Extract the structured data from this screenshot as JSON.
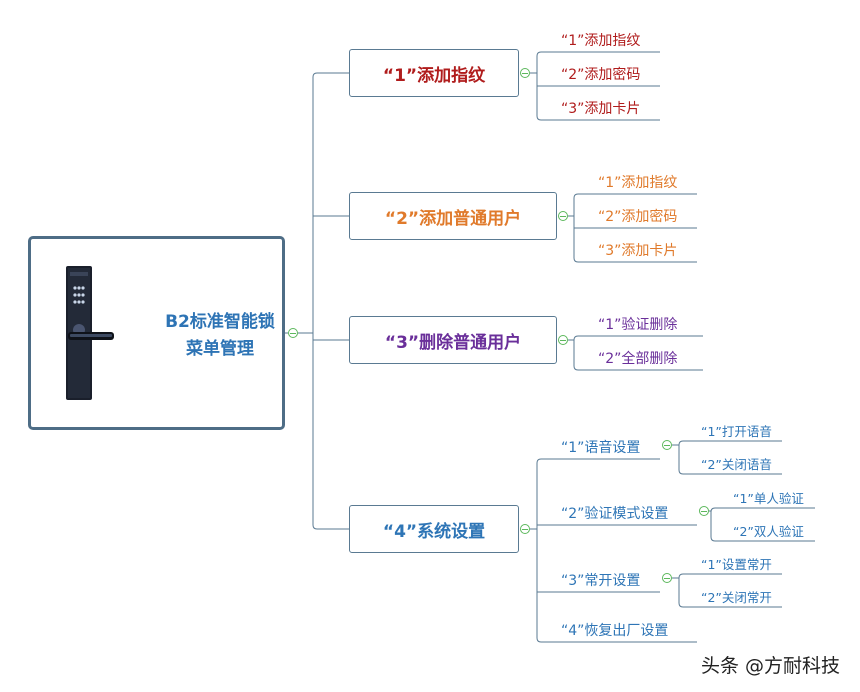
{
  "root": {
    "title": "B2标准智能锁菜单管理",
    "image": "smart-lock-photo"
  },
  "branches": [
    {
      "label": "“1”添加指纹",
      "color": "#b01c1c",
      "children": [
        {
          "label": "“1”添加指纹"
        },
        {
          "label": "“2”添加密码"
        },
        {
          "label": "“3”添加卡片"
        }
      ]
    },
    {
      "label": "“2”添加普通用户",
      "color": "#e07a2b",
      "children": [
        {
          "label": "“1”添加指纹"
        },
        {
          "label": "“2”添加密码"
        },
        {
          "label": "“3”添加卡片"
        }
      ]
    },
    {
      "label": "“3”删除普通用户",
      "color": "#6a2f9a",
      "children": [
        {
          "label": "“1”验证删除"
        },
        {
          "label": "“2”全部删除"
        }
      ]
    },
    {
      "label": "“4”系统设置",
      "color": "#2e75b6",
      "children": [
        {
          "label": "“1”语音设置",
          "children": [
            {
              "label": "“1”打开语音"
            },
            {
              "label": "“2”关闭语音"
            }
          ]
        },
        {
          "label": "“2”验证模式设置",
          "children": [
            {
              "label": "“1”单人验证"
            },
            {
              "label": "“2”双人验证"
            }
          ]
        },
        {
          "label": "“3”常开设置",
          "children": [
            {
              "label": "“1”设置常开"
            },
            {
              "label": "“2”关闭常开"
            }
          ]
        },
        {
          "label": "“4”恢复出厂设置"
        }
      ]
    }
  ],
  "colors": {
    "line": "#5a7a92",
    "toggle": "#5cb85c",
    "root_border": "#4e6d86",
    "root_text": "#2e74b5"
  },
  "watermark": "头条 @方耐科技"
}
